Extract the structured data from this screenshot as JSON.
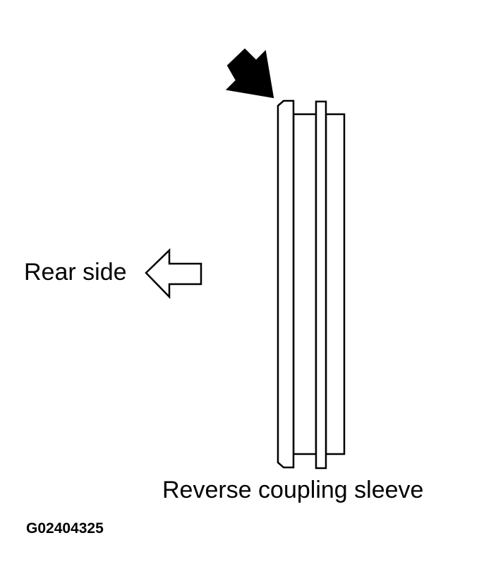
{
  "labels": {
    "rear_side": "Rear side",
    "part_name": "Reverse coupling sleeve",
    "figure_id": "G02404325"
  },
  "icons": {
    "pointer_arrow": "filled-arrow-icon",
    "direction_arrow": "outline-arrow-left-icon"
  },
  "colors": {
    "line": "#000000",
    "background": "#ffffff"
  }
}
